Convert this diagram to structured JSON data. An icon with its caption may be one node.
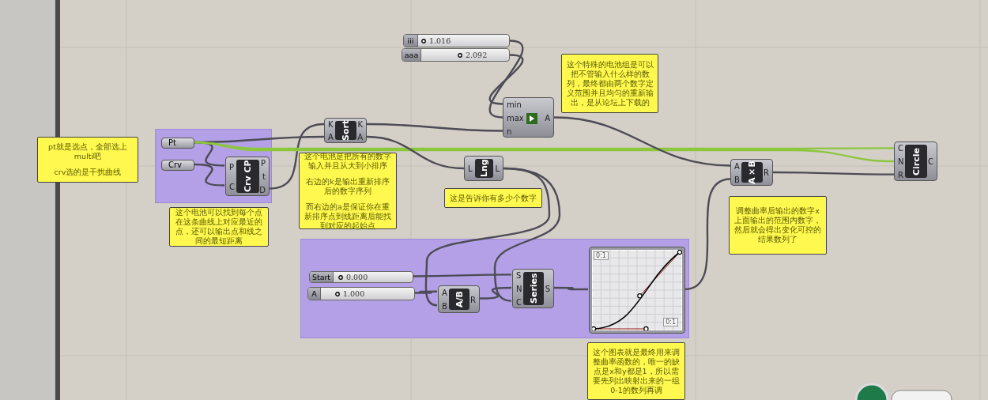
{
  "diagram": {
    "nodes": [
      {
        "text": [],
        "shape": "box"
      },
      {
        "text": [
          "pt就是选点，全部选上multi吧",
          "crv选的是干扰曲线"
        ]
      },
      {
        "text": [
          "Pt"
        ],
        "in": 0
      },
      {
        "text": [
          "Crv"
        ],
        "in": 0
      },
      {
        "text": [
          "P",
          "C",
          "Crv CP",
          "P",
          "t",
          "D"
        ],
        "in": 0
      },
      {
        "text": [
          "这个电池可以找到每个点在这条曲线上对应最近的点，还可以输出点和线之间的最短距离"
        ]
      },
      {
        "text": [
          "K",
          "A",
          "Sort",
          "K",
          "A"
        ]
      },
      {
        "text": [
          "这个电池是把所有的数字输入并且从大到小排序",
          "右边的k是输出重新排序后的数字序列",
          "而右边的a是保证你在重新排序点到线距离后能找到对应的起始点"
        ]
      },
      {
        "text": [
          "iii",
          "1.016"
        ]
      },
      {
        "text": [
          "aaa",
          "2.092"
        ]
      },
      {
        "text": [
          "min",
          "max",
          "n",
          "A"
        ]
      },
      {
        "text": [
          "这个特殊的电池组是可以把不管输入什么样的数列，最终都由两个数字定义范围并且均匀的重新输出，是从论坛上下载的"
        ]
      },
      {
        "text": [
          "L",
          "Lng",
          "L"
        ]
      },
      {
        "text": [
          "这是告诉你有多少个数字"
        ]
      },
      {
        "text": [
          "A",
          "B",
          "A×B",
          "R"
        ]
      },
      {
        "text": [
          "调整曲率后输出的数字x上面输出的范围内数字，然后就会得出变化可控的结果数列了"
        ]
      },
      {
        "text": [
          "C",
          "N",
          "R",
          "Circle",
          "C"
        ]
      },
      {
        "text": [],
        "shape": "box"
      },
      {
        "text": [
          "Start",
          "0.000"
        ],
        "in": 17
      },
      {
        "text": [
          "A",
          "1.000"
        ],
        "in": 17
      },
      {
        "text": [
          "A",
          "B",
          "A/B",
          "R"
        ],
        "in": 17
      },
      {
        "text": [
          "S",
          "N",
          "C",
          "Series",
          "S"
        ],
        "in": 17
      },
      {
        "text": [
          "0:1",
          "0:1"
        ],
        "in": 17
      },
      {
        "text": [
          "这个图表就是最终用来调整曲率函数的，唯一的缺点是x和y都是1，所以需要先列出映射出来的一组0-1的数列再调"
        ]
      }
    ],
    "edges": [
      {
        "from": 2,
        "to": 4,
        "arrow": "none"
      },
      {
        "from": 3,
        "to": 4,
        "arrow": "none"
      },
      {
        "from": 4,
        "to": 6,
        "arrow": "none"
      },
      {
        "from": 2,
        "to": 6,
        "arrow": "none"
      },
      {
        "from": 2,
        "to": 16,
        "arrow": "none",
        "color": "#8cc63f"
      },
      {
        "from": 2,
        "to": 16,
        "arrow": "none",
        "color": "#8cc63f"
      },
      {
        "from": 6,
        "to": 10,
        "arrow": "none"
      },
      {
        "from": 8,
        "to": 10,
        "arrow": "none"
      },
      {
        "from": 9,
        "to": 10,
        "arrow": "none"
      },
      {
        "from": 6,
        "to": 12,
        "arrow": "none"
      },
      {
        "from": 10,
        "to": 14,
        "arrow": "none"
      },
      {
        "from": 12,
        "to": 20,
        "arrow": "none"
      },
      {
        "from": 12,
        "to": 21,
        "arrow": "none"
      },
      {
        "from": 19,
        "to": 20,
        "arrow": "none"
      },
      {
        "from": 18,
        "to": 21,
        "arrow": "none"
      },
      {
        "from": 20,
        "to": 21,
        "arrow": "none"
      },
      {
        "from": 21,
        "to": 22,
        "arrow": "none"
      },
      {
        "from": 22,
        "to": 14,
        "arrow": "none"
      },
      {
        "from": 14,
        "to": 16,
        "arrow": "none"
      }
    ]
  }
}
